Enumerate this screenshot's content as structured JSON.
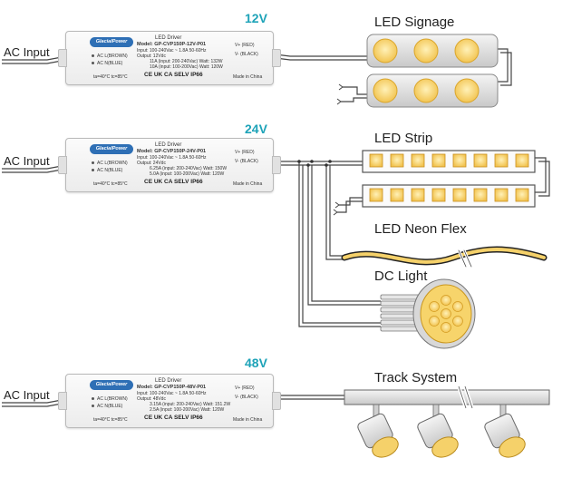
{
  "rows": [
    {
      "voltage": "12V",
      "ac_input": "AC Input",
      "driver": {
        "brand": "GlacialPower",
        "title": "LED Driver",
        "model": "Model: GP-CVP150P-12V-P01",
        "input": "Input: 100-240Vac ~ 1.8A   50-60Hz",
        "output": "Output: 12Vdc",
        "spec1": "11A (input: 200-240Vac) Watt: 132W",
        "spec2": "10A (input: 100-200Vac) Watt: 120W",
        "ind1": "AC L(BROWN)",
        "ind2": "AC N(BLUE)",
        "vplus": "V+ (RED)",
        "vminus": "V- (BLACK)",
        "temp": "ta=40°C  tc=85°C",
        "cert": "CE  UK CA  SELV  IP66",
        "made": "Made in China"
      },
      "loads": [
        "LED Signage"
      ]
    },
    {
      "voltage": "24V",
      "ac_input": "AC Input",
      "driver": {
        "brand": "GlacialPower",
        "title": "LED Driver",
        "model": "Model: GP-CVP150P-24V-P01",
        "input": "Input: 100-240Vac ~ 1.8A   50-60Hz",
        "output": "Output: 24Vdc",
        "spec1": "6.25A (input: 200-240Vac) Watt: 150W",
        "spec2": "5.0A  (input: 100-200Vac) Watt: 120W",
        "ind1": "AC L(BROWN)",
        "ind2": "AC N(BLUE)",
        "vplus": "V+ (RED)",
        "vminus": "V- (BLACK)",
        "temp": "ta=40°C  tc=85°C",
        "cert": "CE  UK CA  SELV  IP66",
        "made": "Made in China"
      },
      "loads": [
        "LED Strip",
        "LED Neon Flex",
        "DC Light"
      ]
    },
    {
      "voltage": "48V",
      "ac_input": "AC Input",
      "driver": {
        "brand": "GlacialPower",
        "title": "LED Driver",
        "model": "Model: GP-CVP150P-48V-P01",
        "input": "Input: 100-240Vac ~ 1.8A   50-60Hz",
        "output": "Output: 48Vdc",
        "spec1": "3.15A (input: 200-240Vac) Watt: 151.2W",
        "spec2": "2.5A  (input: 100-200Vac) Watt: 120W",
        "ind1": "AC L(BROWN)",
        "ind2": "AC N(BLUE)",
        "vplus": "V+ (RED)",
        "vminus": "V- (BLACK)",
        "temp": "ta=40°C  tc=85°C",
        "cert": "CE  UK CA  SELV  IP66",
        "made": "Made in China"
      },
      "loads": [
        "Track System"
      ]
    }
  ],
  "colors": {
    "voltage_label": "#1ea3b8",
    "led_warm": "#f7d46b",
    "led_glow": "#fff1b8",
    "housing": "#eeeeee",
    "wire": "#444444",
    "brand_badge": "#2e6fb5"
  }
}
